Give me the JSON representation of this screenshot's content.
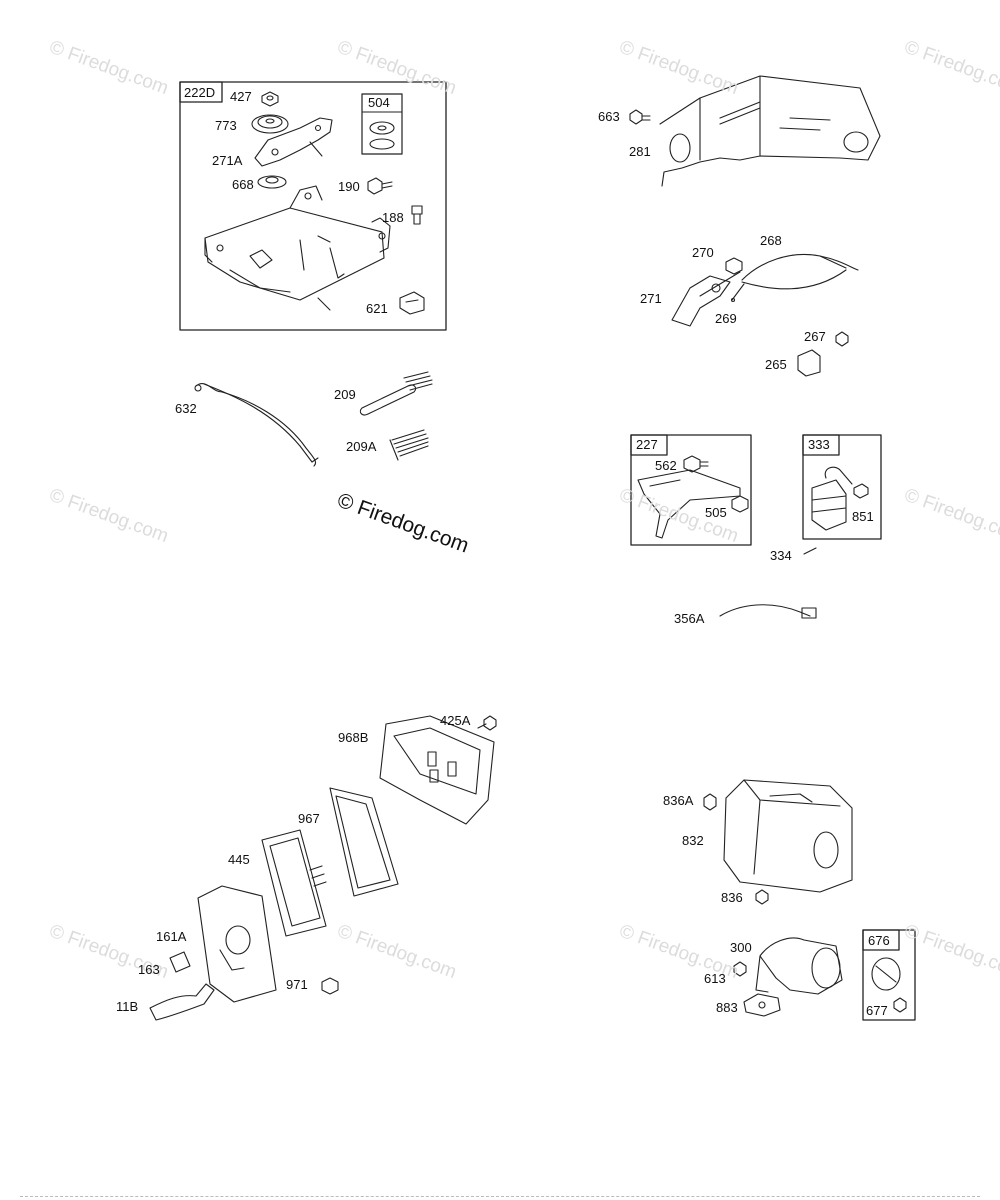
{
  "watermark": {
    "text": "© Firedog.com"
  },
  "kit_boxes": {
    "k222D": "222D",
    "k504": "504",
    "k227": "227",
    "k333": "333",
    "k676": "676"
  },
  "callouts": {
    "c427": "427",
    "c773": "773",
    "c271A": "271A",
    "c668": "668",
    "c190": "190",
    "c188": "188",
    "c621": "621",
    "c632": "632",
    "c209": "209",
    "c209A": "209A",
    "c663": "663",
    "c281": "281",
    "c270": "270",
    "c268": "268",
    "c271": "271",
    "c269": "269",
    "c267": "267",
    "c265": "265",
    "c562": "562",
    "c505": "505",
    "c851": "851",
    "c334": "334",
    "c356A": "356A",
    "c425A": "425A",
    "c968B": "968B",
    "c967": "967",
    "c445": "445",
    "c161A": "161A",
    "c163": "163",
    "c971": "971",
    "c11B": "11B",
    "c836A": "836A",
    "c832": "832",
    "c836": "836",
    "c300": "300",
    "c613": "613",
    "c883": "883",
    "c677": "677"
  }
}
